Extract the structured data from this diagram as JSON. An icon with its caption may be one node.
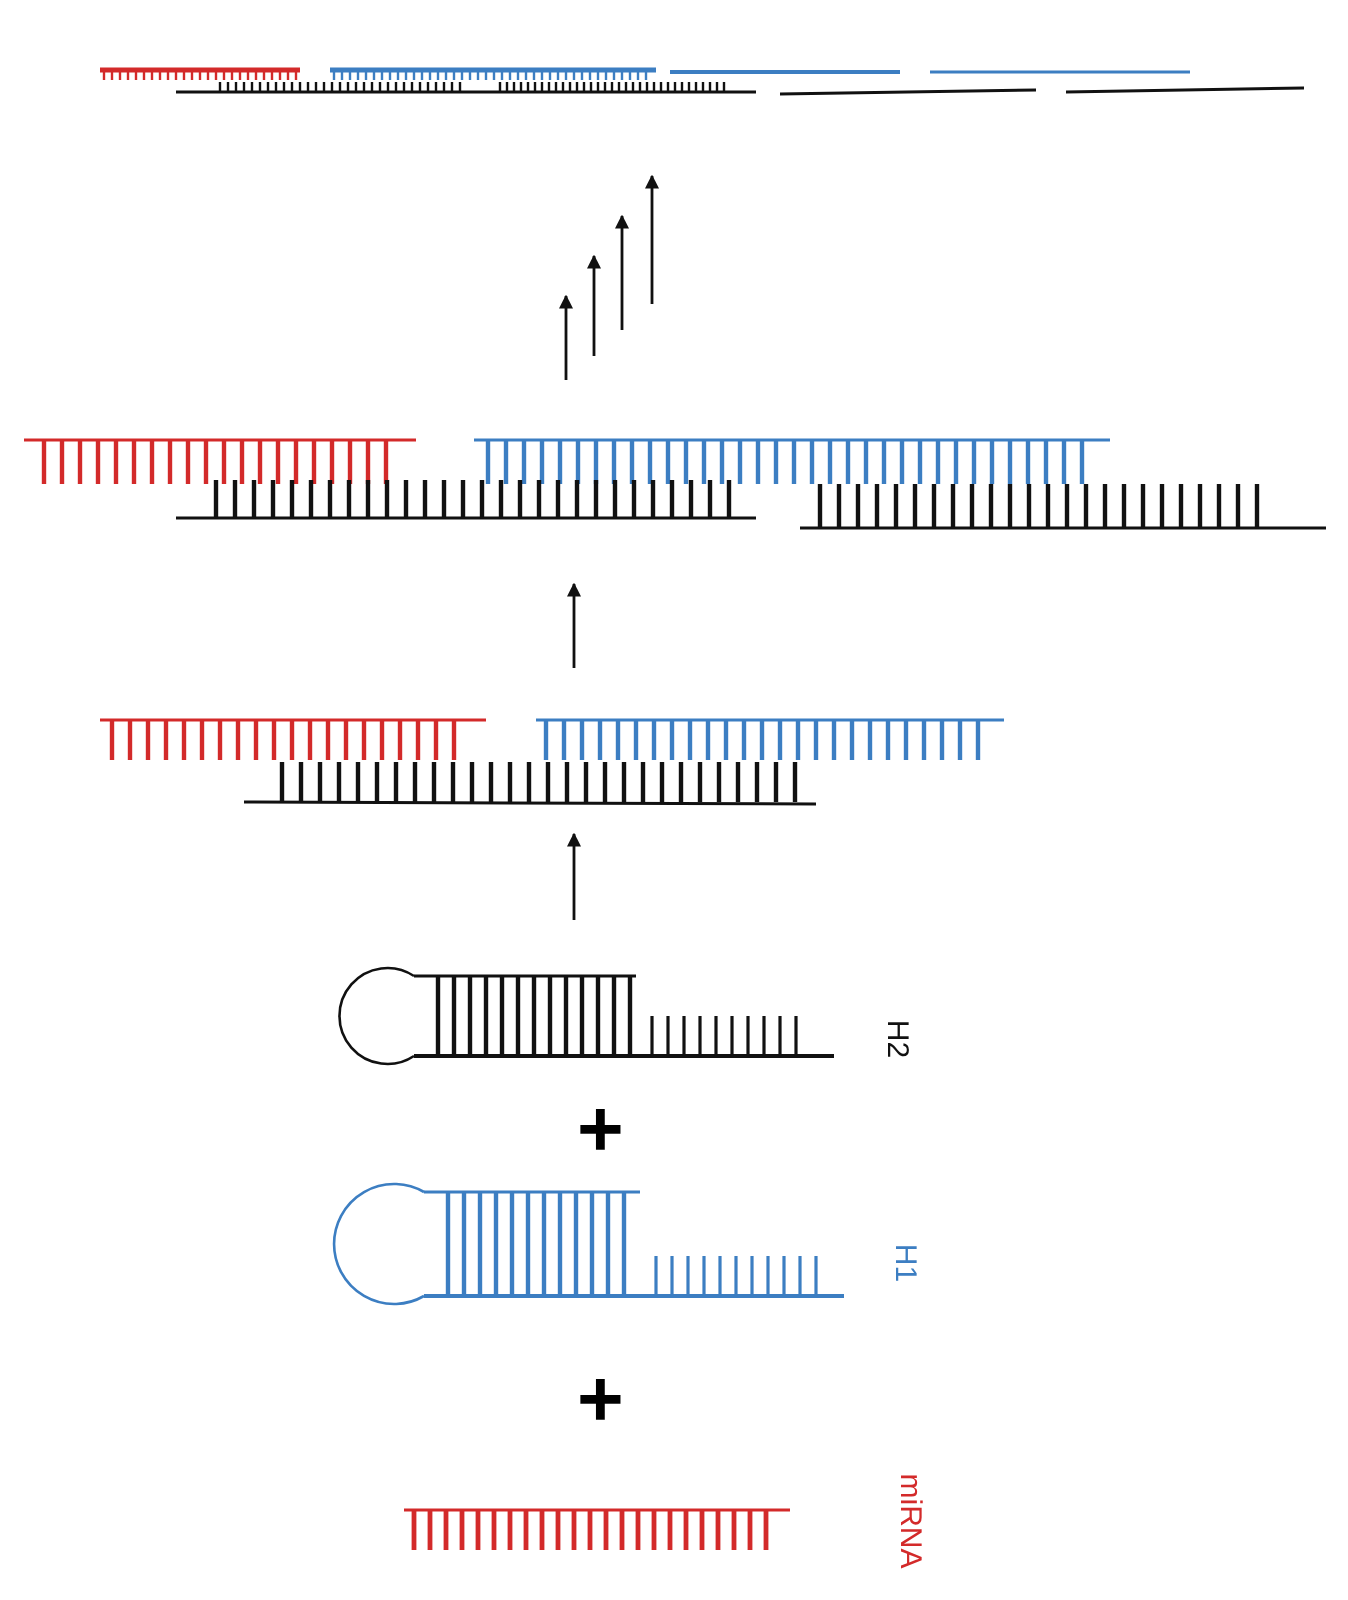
{
  "diagram": {
    "nodes": [
      {
        "text": [],
        "shape": "strand"
      },
      {
        "text": [],
        "shape": "strand"
      },
      {
        "text": [],
        "shape": "strand"
      },
      {
        "text": [],
        "shape": "hairpin",
        "beside": [
          "H2"
        ]
      },
      {
        "text": [],
        "shape": "hairpin",
        "beside": [
          "H1"
        ]
      },
      {
        "text": [],
        "shape": "strand",
        "beside": [
          "miRNA"
        ]
      }
    ],
    "edges": [
      {
        "from": 3,
        "to": 2,
        "arrow": "to"
      },
      {
        "from": 2,
        "to": 1,
        "arrow": "to"
      }
    ],
    "labels": [
      "+",
      "+"
    ]
  }
}
